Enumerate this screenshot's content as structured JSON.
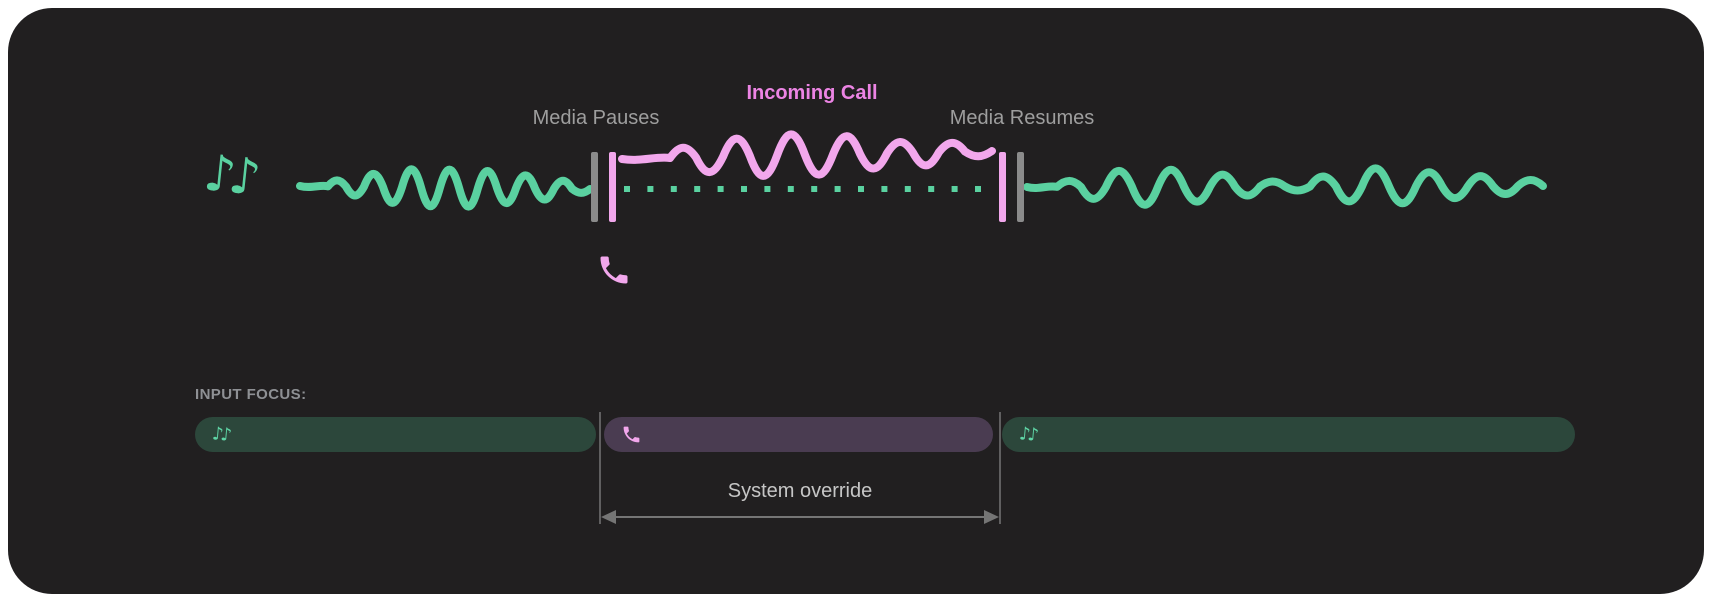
{
  "palette": {
    "card-bg": "#211f20",
    "wave-green": "#5ad1a0",
    "wave-pink": "#f2a7ec",
    "pink-text": "#ec84e4",
    "gray-bar": "#8b8b8b",
    "label-gray": "#9e9e9e",
    "label-dim": "#8e9094",
    "label-light": "#c6c6c6",
    "bar-green": "#2c473b",
    "bar-purple": "#4a3c51",
    "note-green": "#5fd6a6",
    "guide-gray": "#757575"
  },
  "timeline": {
    "media_pauses_label": "Media Pauses",
    "incoming_call_label": "Incoming Call",
    "media_resumes_label": "Media Resumes",
    "music_notes_glyph": "♪♪",
    "icons": {
      "music-notes-icon": "♪♪",
      "phone-icon": "phone-handset"
    }
  },
  "input_focus": {
    "label": "INPUT FOCUS:",
    "system_override_label": "System override",
    "segments": [
      {
        "id": "media-before",
        "icon": "music-notes",
        "icon_glyph": "♪♪"
      },
      {
        "id": "call",
        "icon": "phone"
      },
      {
        "id": "media-after",
        "icon": "music-notes",
        "icon_glyph": "♪♪"
      }
    ]
  }
}
